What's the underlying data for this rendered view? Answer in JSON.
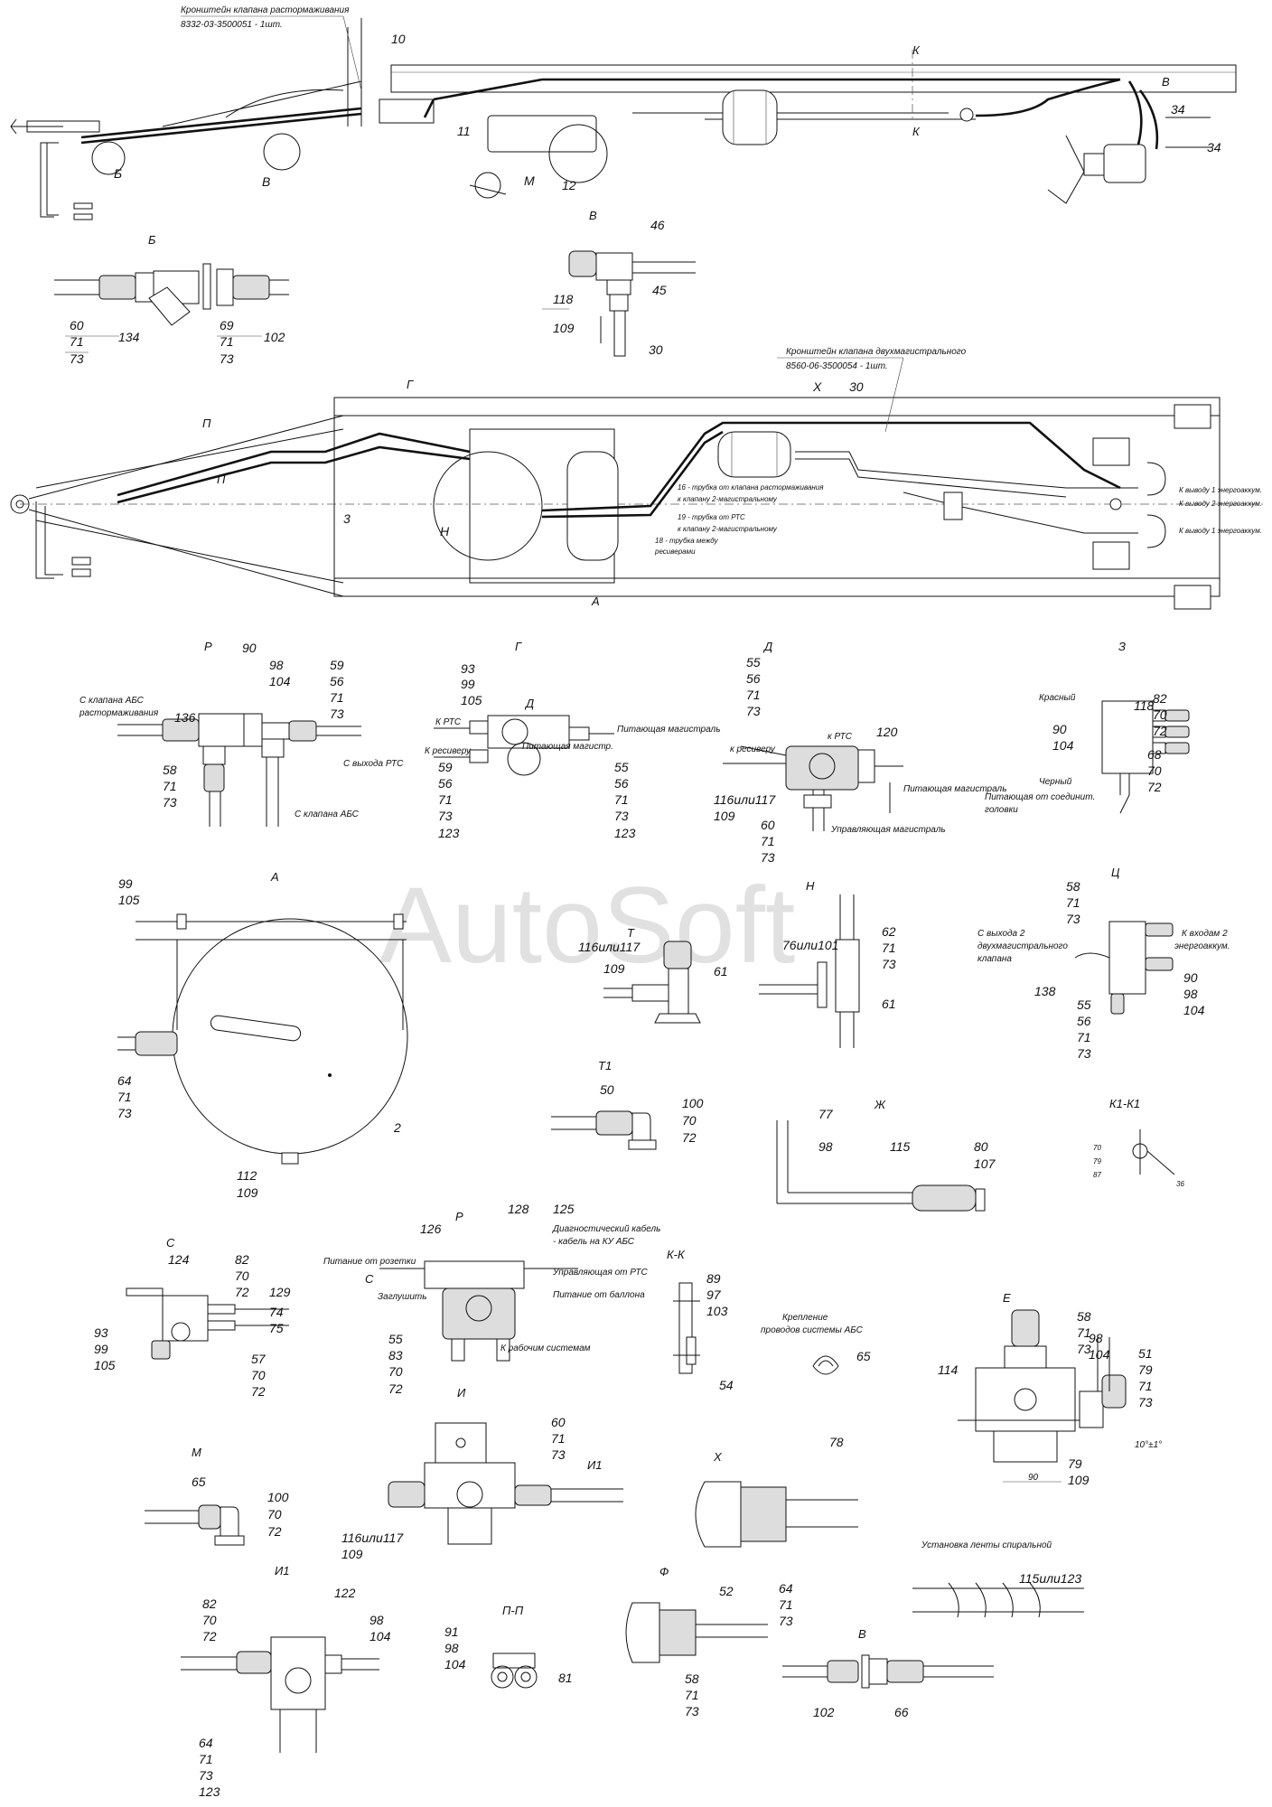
{
  "watermark": "AutoSoft",
  "notes": {
    "n1": "Кронштейн клапана растормаживания",
    "n1b": "8332-03-3500051 - 1шт.",
    "n2": "Кронштейн клапана двухмагистрального",
    "n2b": "8560-06-3500054 - 1шт.",
    "p16": "16 - трубка от клапана растормаживания",
    "p16b": "к клапану 2-магистральному",
    "p19": "19 - трубка от РТС",
    "p19b": "к клапану 2-магистральному",
    "p18": "18 - трубка между",
    "p18b": "ресиверами",
    "k1": "К выводу 1 энергоаккум.",
    "k2": "К выводу 2 энергоаккум.",
    "k3": "К выводу 1 энергоаккум.",
    "p_abs_rast": "С клапана АБС",
    "p_abs_rast2": "растормаживания",
    "p_rts": "С выхода РТС",
    "p_abs": "С клапана АБС",
    "g_rts": "К РТС",
    "g_res": "К ресиверу",
    "g_pit": "Питающая магистраль",
    "g_pit2": "Питающая магистр.",
    "d_rts": "к РТС",
    "d_res": "к ресиверу",
    "d_pit": "Питающая магистраль",
    "d_upr": "Управляющая магистраль",
    "z_red": "Красный",
    "z_black": "Черный",
    "z_pit": "Питающая от соединит.",
    "z_pit2": "головки",
    "c_from": "С выхода 2",
    "c_from2": "двухмагистрального",
    "c_from3": "клапана",
    "c_to": "К входам 2",
    "c_to2": "энергоаккум.",
    "r_pit": "Питание от розетки",
    "r_diag": "Диагностический кабель",
    "r_diag2": "- кабель на КУ АБС",
    "r_upr": "Управляющая от РТС",
    "r_bal": "Питание от баллона",
    "r_zag": "Заглушить",
    "r_work": "К рабочим системам",
    "abs_fix": "Крепление",
    "abs_fix2": "проводов системы АБС",
    "spiral": "Установка ленты спиральной",
    "dim90": "90",
    "dim10": "10°±1°"
  },
  "views": {
    "B": "Б",
    "V_top": "В",
    "V_top2": "В",
    "R1": "Р",
    "G": "Г",
    "D": "Д",
    "Z": "З",
    "A": "А",
    "T": "Т",
    "N": "Н",
    "C": "Ц",
    "T1": "Т1",
    "ZH": "Ж",
    "K1": "К1-К1",
    "S": "С",
    "R2": "Р",
    "KK": "К-К",
    "E": "Е",
    "M": "М",
    "I": "И",
    "X": "Х",
    "I1": "И1",
    "PP": "П-П",
    "F": "Ф",
    "V_bot": "В",
    "K": "К",
    "P": "П",
    "Gs": "Г",
    "As": "А",
    "Xs": "Х",
    "Ns": "Н",
    "Ds": "Д",
    "Ss": "С",
    "I1s": "И1"
  },
  "numbers": {
    "top_10": "10",
    "top_11": "11",
    "top_12": "12",
    "top_M": "М",
    "top_B": "Б",
    "top_V": "В",
    "top_34a": "34",
    "top_34b": "34",
    "top_3": "3",
    "top_30": "30",
    "top_Xa": "Х",
    "top_N": "Н",
    "b_60": "60",
    "b_71": "71",
    "b_73": "73",
    "b_134": "134",
    "b_69": "69",
    "b_71b": "71",
    "b_73b": "73",
    "b_102": "102",
    "v_46": "46",
    "v_45": "45",
    "v_118": "118",
    "v_109": "109",
    "v_30": "30",
    "r_136": "136",
    "r_90": "90",
    "r_98": "98",
    "r_104": "104",
    "r_59": "59",
    "r_56": "56",
    "r_71": "71",
    "r_73": "73",
    "r_58": "58",
    "r_71b": "71",
    "r_73b": "73",
    "g_93": "93",
    "g_99": "99",
    "g_105": "105",
    "g_59": "59",
    "g_56": "56",
    "g_71": "71",
    "g_73": "73",
    "g_123": "123",
    "g_55": "55",
    "g_56b": "56",
    "g_71b": "71",
    "g_73b": "73",
    "g_123b": "123",
    "d_55": "55",
    "d_56": "56",
    "d_71": "71",
    "d_73": "73",
    "d_120": "120",
    "d_116": "116или117",
    "d_109": "109",
    "d_60": "60",
    "d_71b": "71",
    "d_73b": "73",
    "z_118": "118",
    "z_82": "82",
    "z_70": "70",
    "z_72": "72",
    "z_90": "90",
    "z_104": "104",
    "z_68": "68",
    "z_70b": "70",
    "z_72b": "72",
    "a_99": "99",
    "a_105": "105",
    "a_64": "64",
    "a_71": "71",
    "a_73": "73",
    "a_2": "2",
    "a_112": "112",
    "a_109": "109",
    "t_116": "116или117",
    "t_109": "109",
    "t_61": "61",
    "n_76": "76или101",
    "n_62": "62",
    "n_71": "71",
    "n_73": "73",
    "n_61": "61",
    "c_58": "58",
    "c_71": "71",
    "c_73": "73",
    "c_138": "138",
    "c_55": "55",
    "c_56": "56",
    "c_71b": "71",
    "c_73b": "73",
    "c_90": "90",
    "c_98": "98",
    "c_104": "104",
    "t1_50": "50",
    "t1_100": "100",
    "t1_70": "70",
    "t1_72": "72",
    "zh_77": "77",
    "zh_98": "98",
    "zh_115": "115",
    "zh_80": "80",
    "zh_107": "107",
    "k1_70": "70",
    "k1_79": "79",
    "k1_87": "87",
    "k1_36": "36",
    "s_124": "124",
    "s_82": "82",
    "s_70": "70",
    "s_72": "72",
    "s_129": "129",
    "s_74": "74",
    "s_75": "75",
    "s_93": "93",
    "s_99": "99",
    "s_105": "105",
    "s_57": "57",
    "s_70b": "70",
    "s_72b": "72",
    "r2_126": "126",
    "r2_128": "128",
    "r2_125": "125",
    "r2_55": "55",
    "r2_83": "83",
    "r2_70": "70",
    "r2_72": "72",
    "kk_89": "89",
    "kk_97": "97",
    "kk_103": "103",
    "kk_54": "54",
    "abs_65": "65",
    "e_58": "58",
    "e_71": "71",
    "e_73": "73",
    "e_98": "98",
    "e_104": "104",
    "e_114": "114",
    "e_51": "51",
    "e_79": "79",
    "e_71b": "71",
    "e_73b": "73",
    "e_79b": "79",
    "e_109": "109",
    "m_65": "65",
    "m_100": "100",
    "m_70": "70",
    "m_72": "72",
    "i_60": "60",
    "i_71": "71",
    "i_73": "73",
    "i_116": "116или117",
    "i_109": "109",
    "i_I1": "И1",
    "x_78": "78",
    "x_64": "64",
    "x_71": "71",
    "x_73": "73",
    "sp_115": "115или123",
    "i1_122": "122",
    "i1_82": "82",
    "i1_70": "70",
    "i1_72": "72",
    "i1_98": "98",
    "i1_104": "104",
    "i1_64": "64",
    "i1_71": "71",
    "i1_73": "73",
    "i1_123": "123",
    "pp_91": "91",
    "pp_98": "98",
    "pp_104": "104",
    "pp_81": "81",
    "f_52": "52",
    "f_58": "58",
    "f_71": "71",
    "f_73": "73",
    "vb_102": "102",
    "vb_66": "66"
  }
}
